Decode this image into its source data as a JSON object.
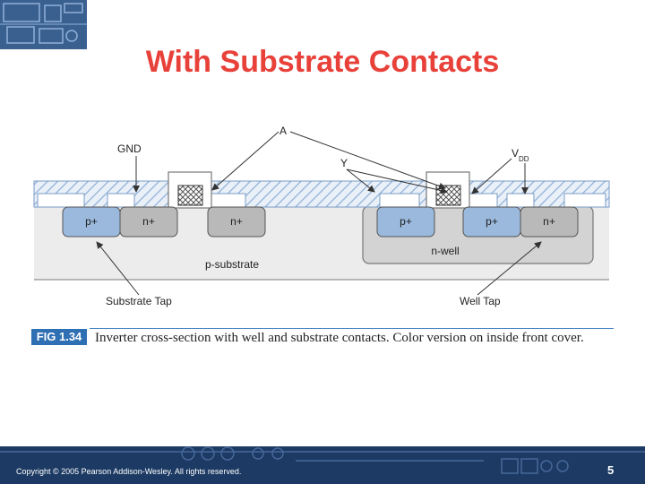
{
  "title": "With Substrate Contacts",
  "labels": {
    "gnd": "GND",
    "a": "A",
    "y": "Y",
    "vdd_main": "V",
    "vdd_sub": "DD",
    "p_substrate": "p-substrate",
    "n_well": "n-well",
    "substrate_tap": "Substrate Tap",
    "well_tap": "Well Tap",
    "diffusions": [
      "p+",
      "n+",
      "n+",
      "p+",
      "p+",
      "n+"
    ]
  },
  "figure": {
    "number": "FIG 1.34",
    "caption": "Inverter cross-section with well and substrate contacts. Color version on inside front cover."
  },
  "footer": {
    "copyright": "Copyright © 2005 Pearson Addison-Wesley. All rights reserved.",
    "page_number": "5"
  },
  "colors": {
    "title": "#e8413a",
    "diffusion_p": "#9ab9dc",
    "diffusion_n": "#b9b9b9",
    "nwell": "#d3d3d3",
    "metal_hatch": "#8fb0d8",
    "footer": "#1c3a63",
    "fig_badge": "#2f6fb3"
  }
}
